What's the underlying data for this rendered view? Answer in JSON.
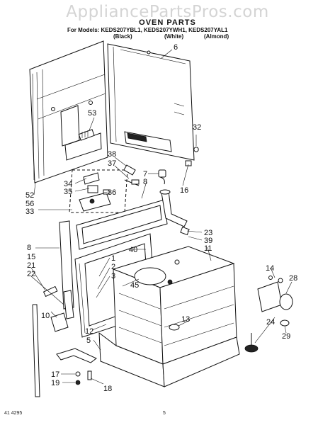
{
  "watermark": "AppliancePartsPros.com",
  "title": "OVEN PARTS",
  "models": "For Models: KEDS207YBL1, KEDS207YWH1, KEDS207YAL1",
  "variants": [
    "(Black)",
    "(White)",
    "(Almond)"
  ],
  "footer": {
    "code": "41 4295",
    "page": "5"
  },
  "callouts": [
    "6",
    "53",
    "32",
    "38",
    "37",
    "7",
    "8",
    "16",
    "34",
    "35",
    "36",
    "52",
    "56",
    "33",
    "23",
    "39",
    "11",
    "8",
    "15",
    "21",
    "22",
    "40",
    "1",
    "2",
    "3",
    "45",
    "14",
    "28",
    "13",
    "24",
    "29",
    "10",
    "12",
    "5",
    "17",
    "19",
    "18"
  ]
}
